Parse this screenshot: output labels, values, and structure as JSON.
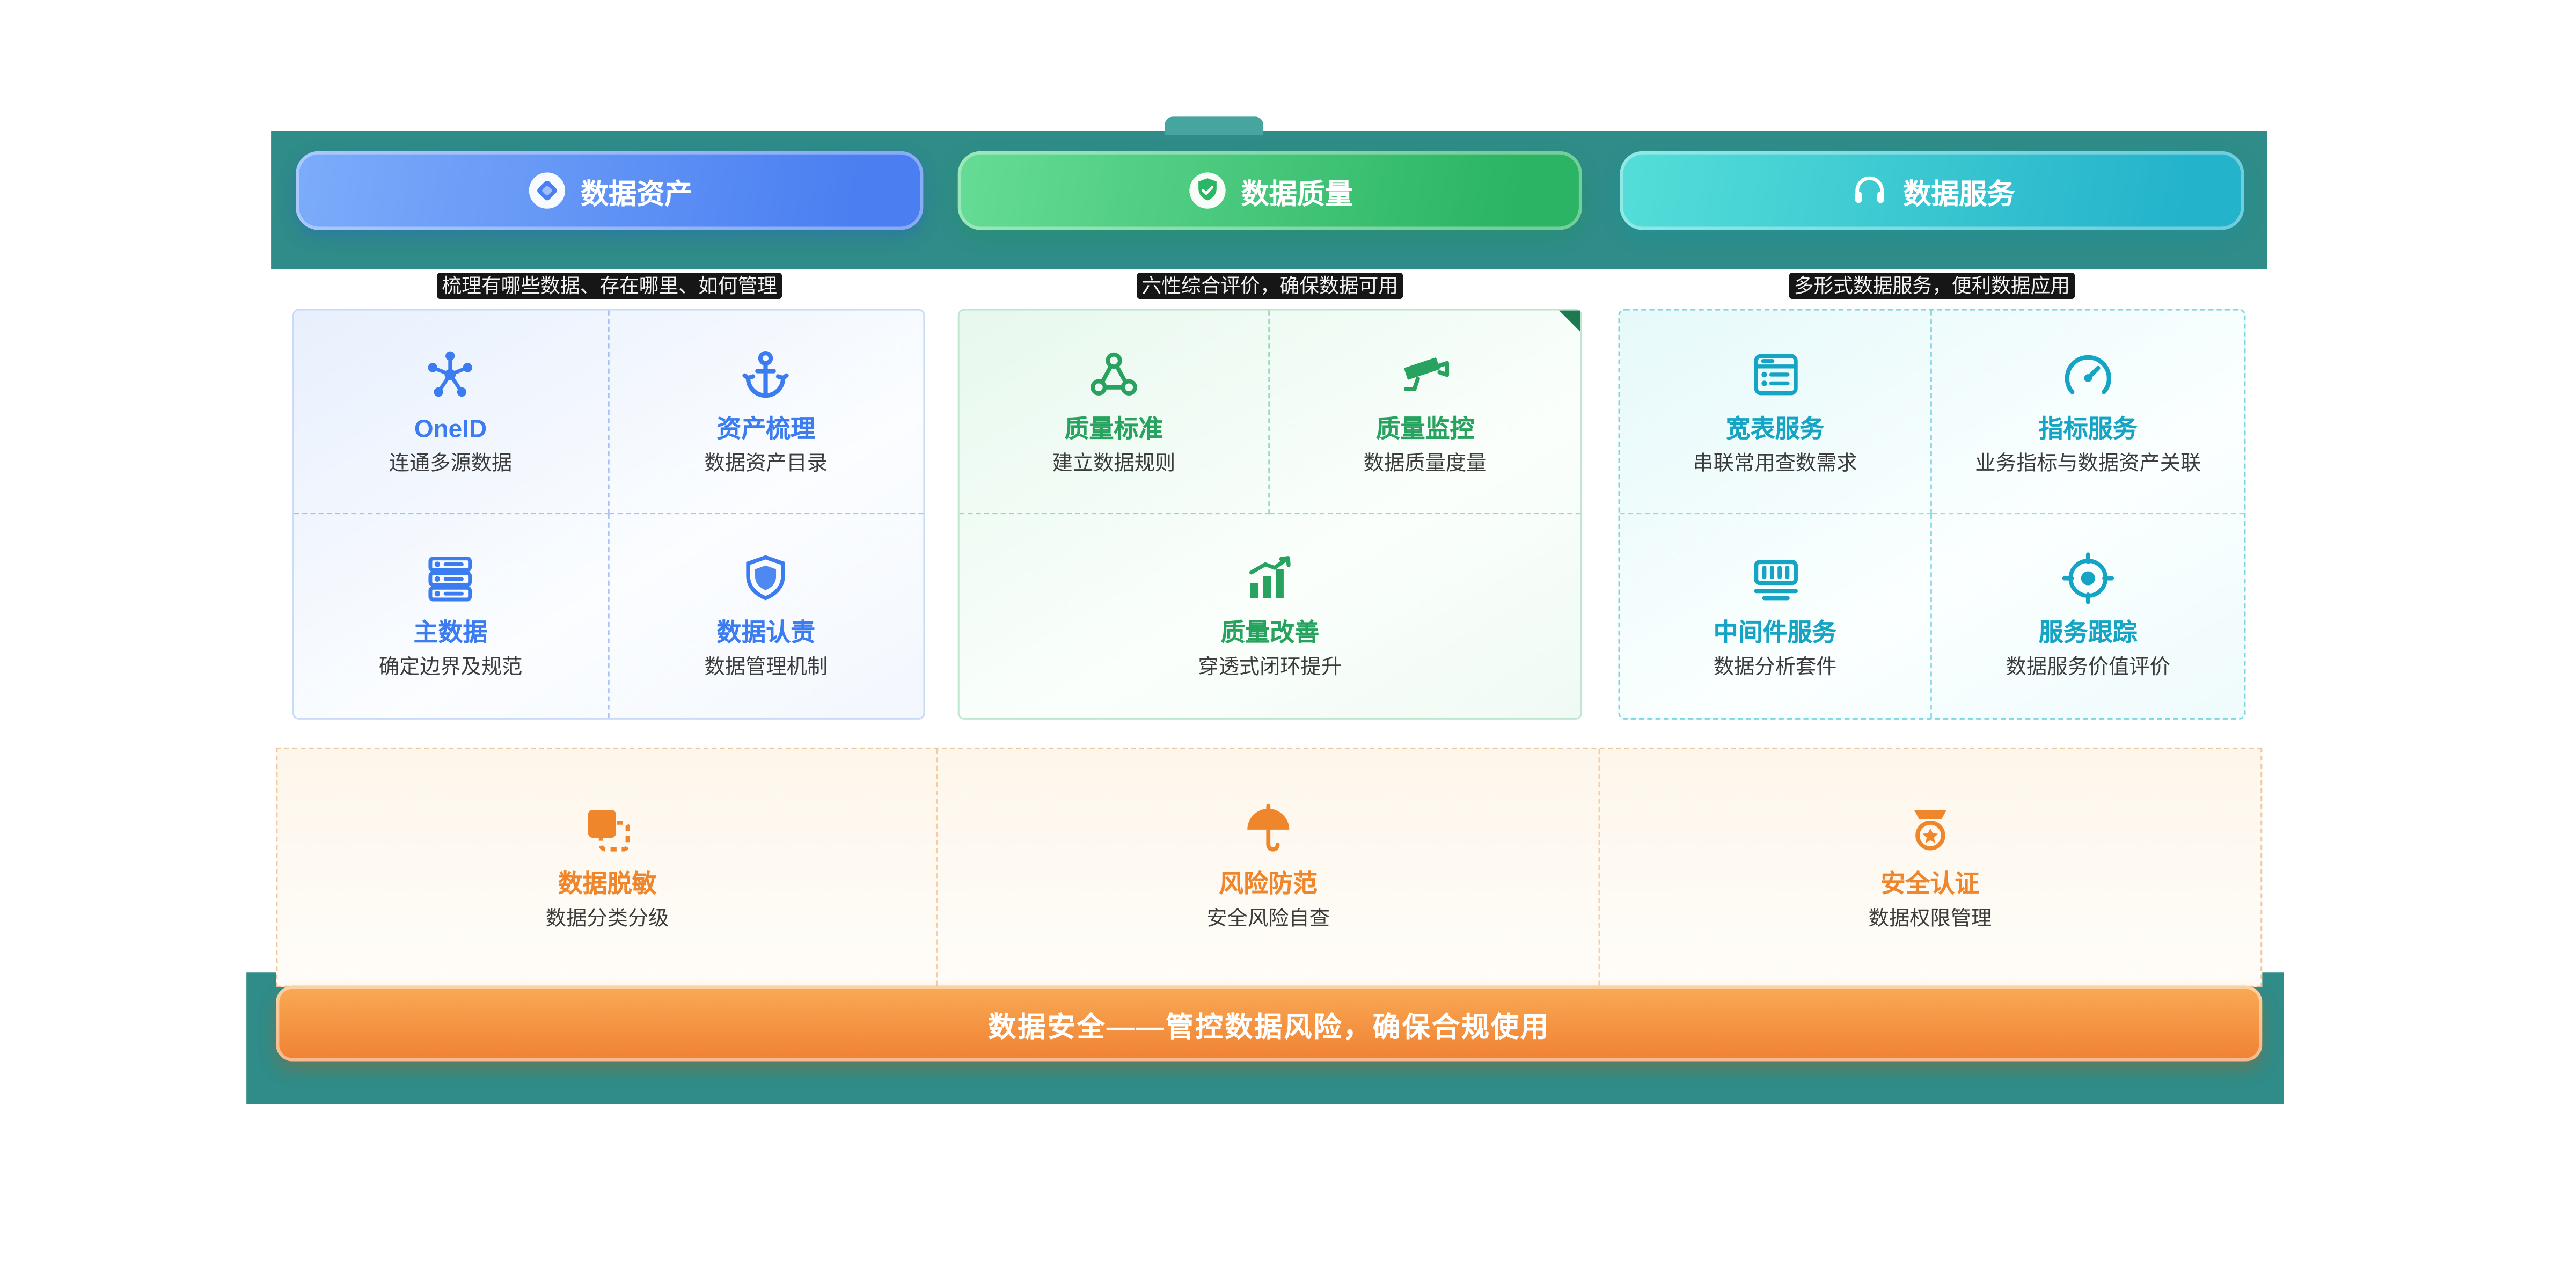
{
  "pillars": [
    {
      "label": "数据资产",
      "tagline": "梳理有哪些数据、存在哪里、如何管理",
      "accent": "#3b7cf0",
      "items": [
        {
          "title": "OneID",
          "desc": "连通多源数据",
          "icon": "network-icon"
        },
        {
          "title": "资产梳理",
          "desc": "数据资产目录",
          "icon": "anchor-icon"
        },
        {
          "title": "主数据",
          "desc": "确定边界及规范",
          "icon": "database-stack-icon"
        },
        {
          "title": "数据认责",
          "desc": "数据管理机制",
          "icon": "shield-icon"
        }
      ]
    },
    {
      "label": "数据质量",
      "tagline": "六性综合评价，确保数据可用",
      "accent": "#27a35f",
      "items": [
        {
          "title": "质量标准",
          "desc": "建立数据规则",
          "icon": "sitemap-icon"
        },
        {
          "title": "质量监控",
          "desc": "数据质量度量",
          "icon": "cctv-camera-icon"
        },
        {
          "title": "质量改善",
          "desc": "穿透式闭环提升",
          "icon": "rising-chart-icon"
        }
      ]
    },
    {
      "label": "数据服务",
      "tagline": "多形式数据服务，便利数据应用",
      "accent": "#16a4c4",
      "items": [
        {
          "title": "宽表服务",
          "desc": "串联常用查数需求",
          "icon": "wide-table-icon"
        },
        {
          "title": "指标服务",
          "desc": "业务指标与数据资产关联",
          "icon": "gauge-icon"
        },
        {
          "title": "中间件服务",
          "desc": "数据分析套件",
          "icon": "middleware-icon"
        },
        {
          "title": "服务跟踪",
          "desc": "数据服务价值评价",
          "icon": "target-icon"
        }
      ]
    }
  ],
  "security": {
    "banner": "数据安全——管控数据风险，确保合规使用",
    "accent": "#f0862c",
    "items": [
      {
        "title": "数据脱敏",
        "desc": "数据分类分级",
        "icon": "mask-icon"
      },
      {
        "title": "风险防范",
        "desc": "安全风险自查",
        "icon": "umbrella-icon"
      },
      {
        "title": "安全认证",
        "desc": "数据权限管理",
        "icon": "badge-icon"
      }
    ]
  },
  "colors": {
    "teal_band": "#2f8c88",
    "asset_gradient": [
      "#7cacfa",
      "#4a7ef1"
    ],
    "quality_gradient": [
      "#66dc95",
      "#2ab463"
    ],
    "service_gradient": [
      "#55ded8",
      "#23b3cb"
    ],
    "security_gradient": [
      "#f9aa55",
      "#f08133"
    ]
  }
}
